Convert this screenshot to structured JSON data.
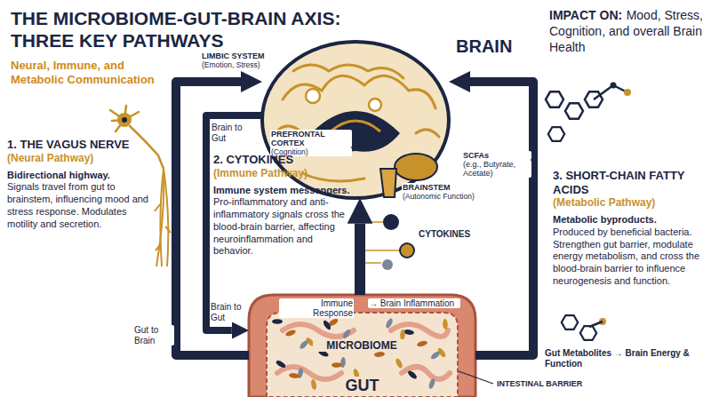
{
  "diagram": {
    "title": "THE MICROBIOME-GUT-BRAIN AXIS: THREE KEY PATHWAYS",
    "nodes": [
      {
        "text": [
          "BRAIN"
        ]
      },
      {
        "text": [
          "1. THE VAGUS NERVE",
          "(Neural Pathway)",
          "Bidirectional highway.",
          "Signals travel from gut to brainstem, influencing mood and stress response. Modulates motility and secretion."
        ]
      },
      {
        "text": [
          "2. CYTOKINES",
          "(Immune Pathway)",
          "Immune system messengers.",
          "Pro-inflammatory and anti-inflammatory signals cross the blood-brain barrier, affecting neuroinflammation and behavior."
        ]
      },
      {
        "text": [
          "3. SHORT-CHAIN FATTY ACIDS",
          "(Metabolic Pathway)",
          "Metabolic byproducts.",
          "Produced by beneficial bacteria. Strengthen gut barrier, modulate energy metabolism, and cross the blood-brain barrier to influence neurogenesis and function."
        ]
      },
      {
        "text": [
          "GUT"
        ]
      }
    ],
    "edges": [
      {
        "from": 4,
        "to": 0,
        "arrow": "to",
        "label": "Gut to Brain"
      },
      {
        "from": 0,
        "to": 4,
        "arrow": "to",
        "label": "Brain to Gut"
      },
      {
        "from": 4,
        "to": 0,
        "arrow": "to"
      },
      {
        "from": 4,
        "to": 0,
        "arrow": "to",
        "label": "Gut Metabolites → Brain Energy & Function"
      }
    ],
    "labels": [
      "Neural, Immune, and Metabolic Communication",
      "IMPACT ON:",
      "Mood, Stress, Cognition, and overall Brain Health",
      "LIMBIC SYSTEM",
      "(Emotion, Stress)",
      "PREFRONTAL CORTEX",
      "(Cognition)",
      "BRAINSTEM",
      "(Autonomic Function)",
      "Brain to Gut",
      "CYTOKINES",
      "Immune Response",
      "→ Brain Inflammation",
      "SCFAs",
      "(e.g., Butyrate, Acetate)",
      "MICROBIOME",
      "INTESTINAL BARRIER"
    ]
  }
}
